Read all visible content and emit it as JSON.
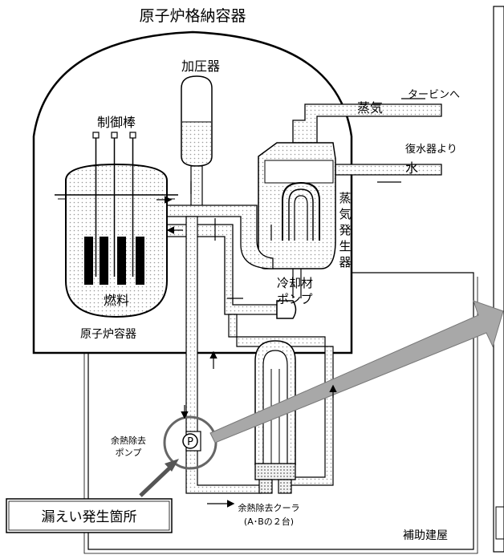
{
  "title": "原子炉格納容器",
  "labels": {
    "pressurizer": "加圧器",
    "control_rods": "制御棒",
    "fuel": "燃料",
    "reactor_vessel": "原子炉容器",
    "steam": "蒸気",
    "to_turbine": "タービンへ",
    "from_condenser": "復水器より",
    "water": "水",
    "steam_generator_chars": [
      "蒸",
      "気",
      "発",
      "生",
      "器"
    ],
    "coolant_pump_line1": "冷却材",
    "coolant_pump_line2": "ポンプ",
    "rhr_pump_line1": "余熱除去",
    "rhr_pump_line2": "ポンプ",
    "pump_symbol": "P",
    "rhr_cooler_line1": "余熱除去クーラ",
    "rhr_cooler_line2": "(A･Bの２台)",
    "aux_building": "補助建屋",
    "leak_location": "漏えい発生箇所"
  },
  "colors": {
    "line": "#000000",
    "dots": "#9a9a9a",
    "callout_arrow": "#a8a8a8",
    "background": "#ffffff"
  }
}
